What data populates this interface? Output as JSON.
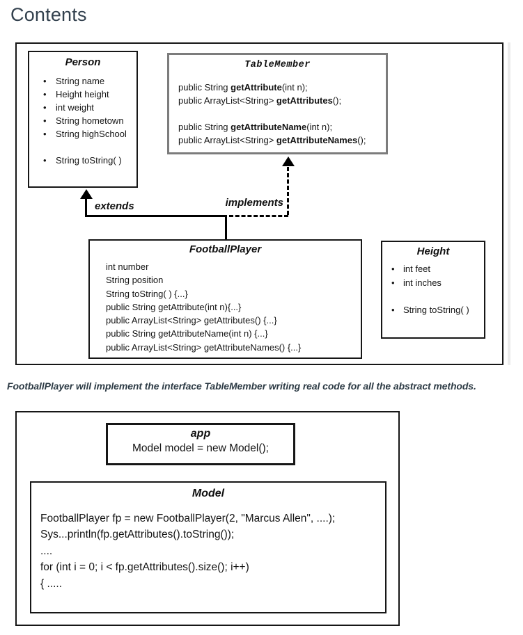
{
  "heading": "Contents",
  "colors": {
    "heading-color": "#33414E",
    "caption-color": "#2D3B45",
    "box-border": "#161616",
    "tm-border": "#7C7C7C",
    "strip-color": "#EBEBEB"
  },
  "diagram1": {
    "person": {
      "title": "Person",
      "fields": [
        "String name",
        "Height height",
        "int weight",
        "String hometown",
        "String highSchool"
      ],
      "methods": [
        "String toString( )"
      ]
    },
    "tablemember": {
      "title": "TableMember",
      "group1": [
        {
          "pre": "public String ",
          "name": "getAttribute",
          "post": "(int n);"
        },
        {
          "pre": "public ArrayList<String> ",
          "name": "getAttributes",
          "post": "();"
        }
      ],
      "group2": [
        {
          "pre": "public String ",
          "name": "getAttributeName",
          "post": "(int n);"
        },
        {
          "pre": "public ArrayList<String> ",
          "name": "getAttributeNames",
          "post": "();"
        }
      ]
    },
    "relations": {
      "extends_label": "extends",
      "implements_label": "implements"
    },
    "footballplayer": {
      "title": "FootballPlayer",
      "lines": [
        "int number",
        "String position",
        "String toString( ) {...}",
        "public String getAttribute(int n){...}",
        "public ArrayList<String> getAttributes() {...}",
        "public String getAttributeName(int n) {...}",
        "public ArrayList<String> getAttributeNames() {...}"
      ]
    },
    "height": {
      "title": "Height",
      "fields": [
        "int feet",
        "int inches"
      ],
      "methods": [
        "String toString( )"
      ]
    }
  },
  "caption": "FootballPlayer will implement the interface TableMember writing real code for all the abstract methods.",
  "diagram2": {
    "app": {
      "title": "app",
      "line": "Model model = new Model();"
    },
    "model": {
      "title": "Model",
      "lines": [
        "FootballPlayer fp = new FootballPlayer(2, \"Marcus Allen\", ....);",
        "Sys...println(fp.getAttributes().toString());",
        "....",
        "for (int i = 0; i < fp.getAttributes().size(); i++)",
        "{ ....."
      ]
    }
  }
}
